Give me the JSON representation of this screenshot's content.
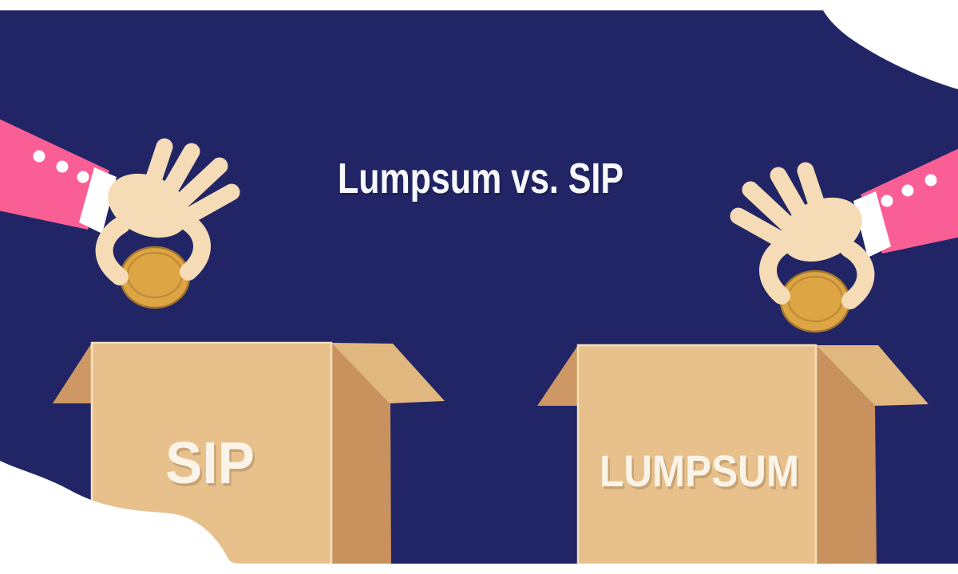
{
  "title": {
    "text": "Lumpsum vs. SIP"
  },
  "boxes": {
    "left": {
      "label": "SIP"
    },
    "right": {
      "label": "LUMPSUM"
    }
  },
  "illustration": {
    "left_hand": "pink-sleeved-hand-dropping-gold-coin",
    "right_hand": "pink-sleeved-hand-dropping-gold-coin",
    "containers": "open-cardboard-boxes"
  },
  "colors": {
    "background_navy": "#212565",
    "blob_white": "#ffffff",
    "sleeve_pink": "#f95f95",
    "skin_tone": "#f5dcb6",
    "coin_gold": "#dea544",
    "coin_rim": "#a2742c",
    "box_face_tan": "#e7c08c",
    "box_side_tan": "#c9915d",
    "box_edge_cream": "#f3e2bd",
    "title_text": "#f7f8fc",
    "label_text": "#faf4e8"
  }
}
